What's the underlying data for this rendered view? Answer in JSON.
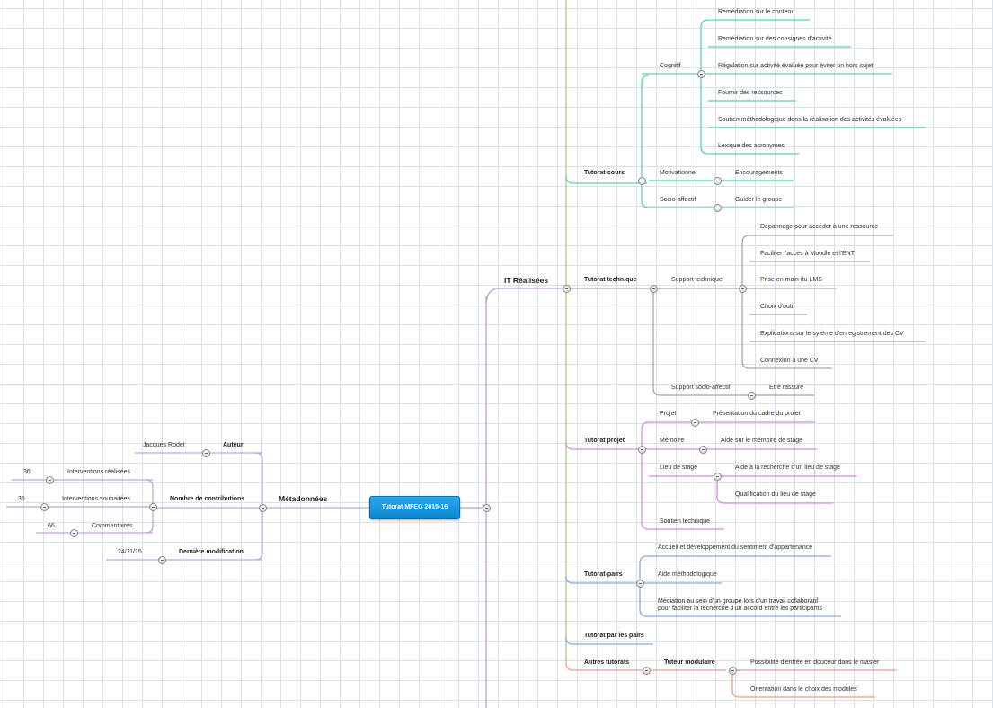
{
  "root": "Tutorat MFEG 2015-16",
  "branches": {
    "it_realisees": "IT Réalisées",
    "metadonnees": "Métadonnées"
  },
  "tutorat_cours": {
    "title": "Tutorat-cours",
    "cognitif": "Cognitif",
    "cognitif_items": [
      "Remédiation sur le contenu",
      "Remédiation sur des consignes d'activité",
      "Régulation sur activité évaluée pour éviter un hors sujet",
      "Fournir des ressources",
      "Soutien méthodologique dans la réalisation des activités évaluées",
      "Lexique des acronymes"
    ],
    "motivationnel": "Motivationnel",
    "encouragements": "Encouragements",
    "socio_affectif": "Socio-affectif",
    "guider": "Guider le groupe"
  },
  "tutorat_technique": {
    "title": "Tutorat technique",
    "support_technique": "Support technique",
    "items": [
      "Dépannage pour accéder à une ressource",
      "Faciliter l'accès à Moodle et l'ENT",
      "Prise en main du LMS",
      "Choix d'outil",
      "Explications sur le sytème d'enregistrement des CV",
      "Connexion à une CV"
    ],
    "support_socio": "Support socio-affectif",
    "etre_rassure": "Etre rassuré"
  },
  "tutorat_projet": {
    "title": "Tutorat projet",
    "projet": "Projet",
    "presentation": "Présentation du cadre du projet",
    "memoire": "Mémoire",
    "aide_memoire": "Aide sur le mémoire de stage",
    "lieu_stage": "Lieu de stage",
    "aide_lieu": "Aide à la recherche d'un lieu de stage",
    "qualification": "Qualification du lieu de stage",
    "soutien_technique": "Soutien technique"
  },
  "tutorat_pairs": {
    "title": "Tutorat-pairs",
    "accueil": "Accueil et développement du sentiment d'appartenance",
    "aide_methodo": "Aide méthodologique",
    "mediation_1": "Médiation au sein d'un groupe lors d'un travail collaboratif",
    "mediation_2": "pour faciliter la recherche d'un accord entre les participants"
  },
  "tutorat_par_les_pairs": "Tutorat par les pairs",
  "autres_tutorats": {
    "title": "Autres tutorats",
    "tuteur_modulaire": "Tuteur modulaire",
    "possibilite": "Possibilité d'entrée en douceur dans le master",
    "orientation": "Orientation dans le choix des modules"
  },
  "metadata": {
    "auteur": "Auteur",
    "auteur_val": "Jacques Rodet",
    "nb_contrib": "Nombre de contributions",
    "interventions_realisees": "Interventions réalisées",
    "interventions_realisees_val": "36",
    "interventions_souhaitees": "Interventions souhaitées",
    "interventions_souhaitees_val": "35",
    "commentaires": "Commentaires",
    "commentaires_val": "66",
    "derniere_modif": "Dernière modification",
    "derniere_modif_val": "24/11/15"
  },
  "colors": {
    "trunk": "#b9a1d8",
    "green": "#a6d07e",
    "teal": "#5ccfb5",
    "gray": "#a6a6a6",
    "pink": "#d18ee0",
    "blue": "#8fa7d6",
    "salmon": "#ee9c8c",
    "meta": "#bca7dc",
    "root": "#1a98de"
  }
}
